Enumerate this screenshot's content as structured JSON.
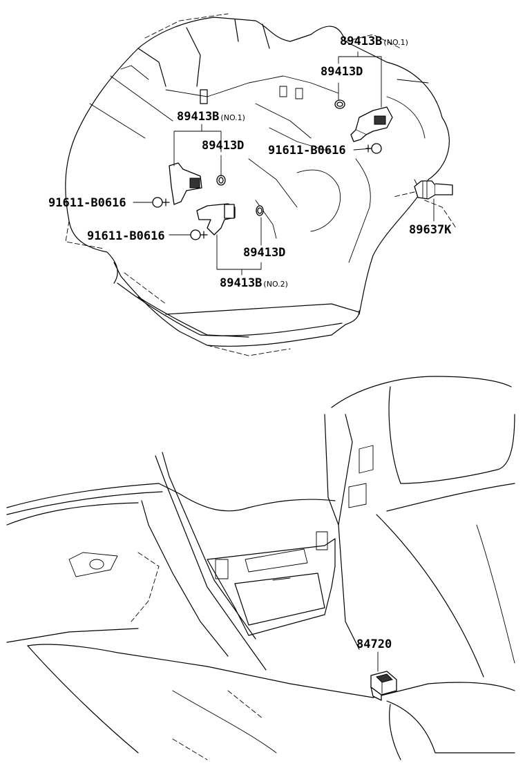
{
  "callouts": {
    "c1": {
      "part": "89413B",
      "note": "(NO.1)"
    },
    "c2": {
      "part": "89413D",
      "note": ""
    },
    "c3": {
      "part": "89413B",
      "note": "(NO.1)"
    },
    "c4": {
      "part": "89413D",
      "note": ""
    },
    "c5": {
      "part": "91611-B0616",
      "note": ""
    },
    "c6": {
      "part": "91611-B0616",
      "note": ""
    },
    "c7": {
      "part": "91611-B0616",
      "note": ""
    },
    "c8": {
      "part": "89637K",
      "note": ""
    },
    "c9": {
      "part": "89413D",
      "note": ""
    },
    "c10": {
      "part": "89413B",
      "note": "(NO.2)"
    },
    "c11": {
      "part": "84720",
      "note": ""
    }
  }
}
